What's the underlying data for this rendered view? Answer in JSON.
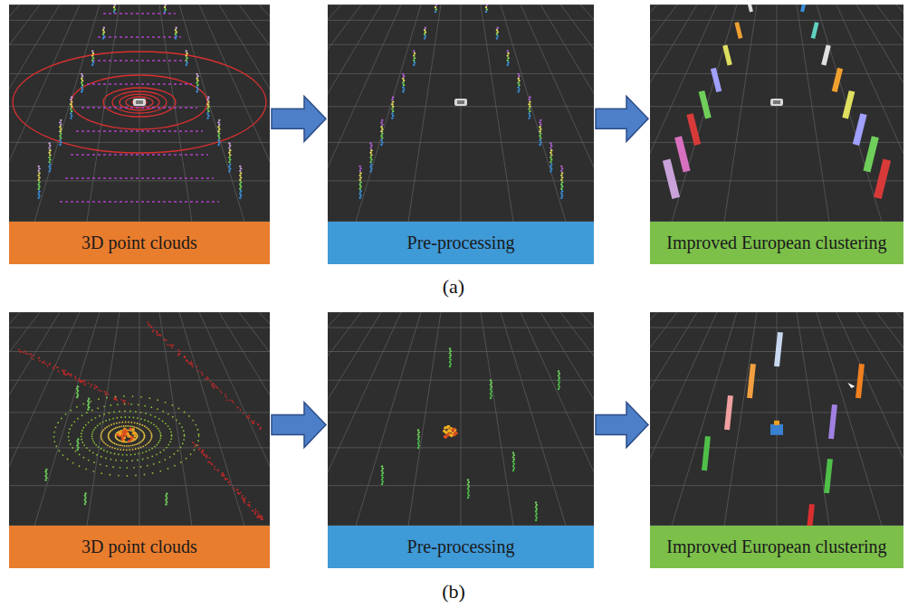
{
  "diagram": {
    "nodes": [
      {
        "text": [
          "3D point clouds"
        ]
      },
      {
        "text": [
          "Pre-processing"
        ]
      },
      {
        "text": [
          "Improved European clustering"
        ]
      },
      {
        "text": [
          "3D point clouds"
        ]
      },
      {
        "text": [
          "Pre-processing"
        ]
      },
      {
        "text": [
          "Improved European clustering"
        ]
      }
    ],
    "edges": [
      {
        "from": 0,
        "to": 1,
        "arrow": "to"
      },
      {
        "from": 1,
        "to": 2,
        "arrow": "to"
      },
      {
        "from": 3,
        "to": 4,
        "arrow": "to"
      },
      {
        "from": 4,
        "to": 5,
        "arrow": "to"
      }
    ],
    "labels": [
      "(a)",
      "(b)"
    ]
  }
}
